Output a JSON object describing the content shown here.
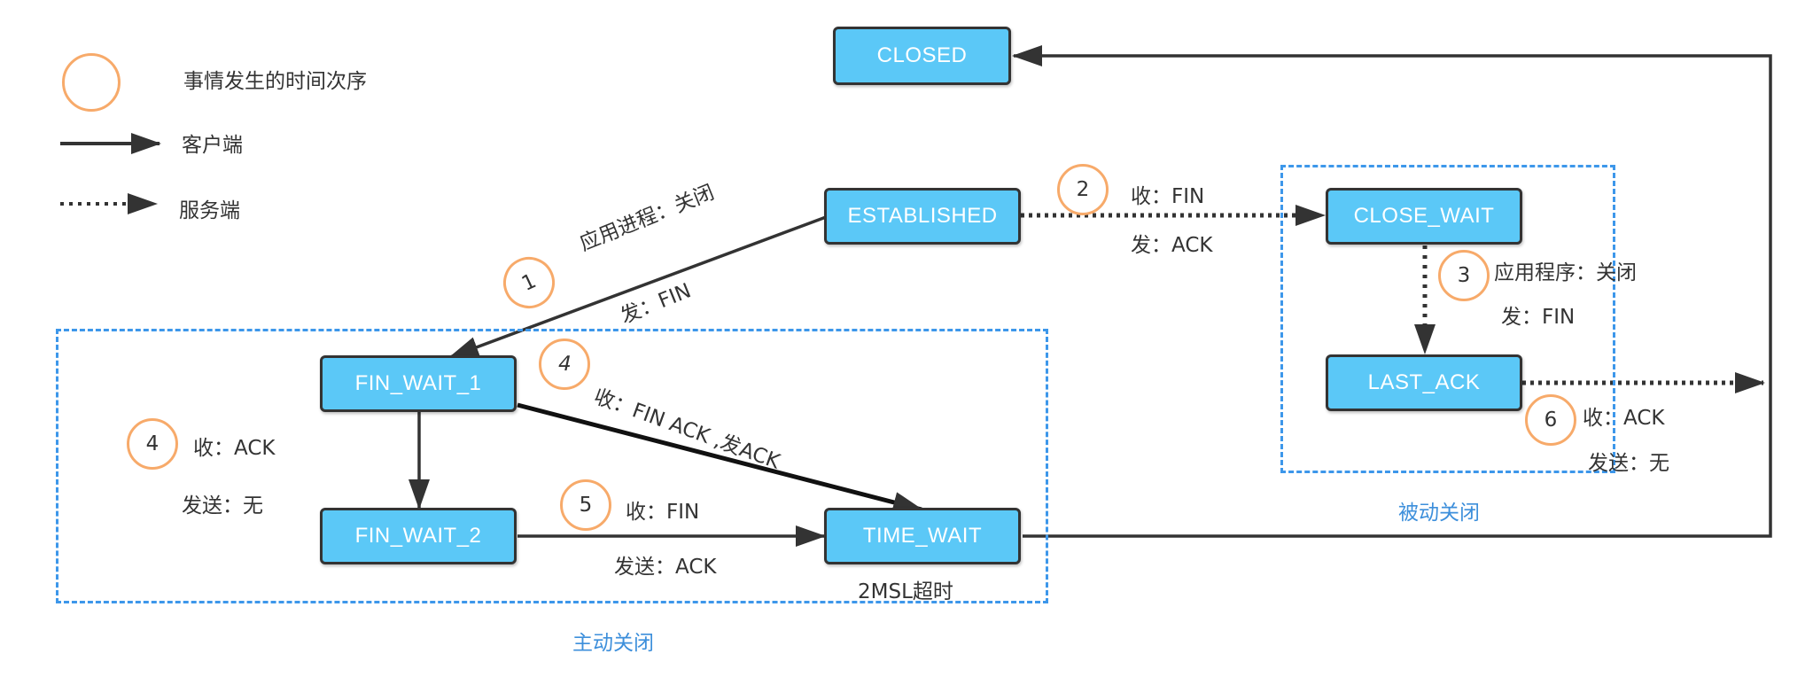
{
  "legend": {
    "circle_label": "事情发生的时间次序",
    "client_label": "客户端",
    "server_label": "服务端"
  },
  "states": {
    "closed": "CLOSED",
    "established": "ESTABLISHED",
    "fin_wait_1": "FIN_WAIT_1",
    "fin_wait_2": "FIN_WAIT_2",
    "time_wait": "TIME_WAIT",
    "close_wait": "CLOSE_WAIT",
    "last_ack": "LAST_ACK"
  },
  "groups": {
    "active_close": "主动关闭",
    "passive_close": "被动关闭"
  },
  "steps": {
    "s1": {
      "number": "1",
      "line1": "应用进程：关闭",
      "line2": "发：FIN"
    },
    "s2": {
      "number": "2",
      "line1": "收：FIN",
      "line2": "发：ACK"
    },
    "s3": {
      "number": "3",
      "line1": "应用程序：关闭",
      "line2": "发：FIN"
    },
    "s4a": {
      "number": "4",
      "line1": "收：ACK",
      "line2": "发送：无"
    },
    "s4b": {
      "number": "4",
      "line1": "收：FIN ACK ,发ACK"
    },
    "s5": {
      "number": "5",
      "line1": "收：FIN",
      "line2": "发送：ACK"
    },
    "s6": {
      "number": "6",
      "line1": "收：ACK",
      "line2": "发送：无"
    }
  },
  "timeout_label": "2MSL超时",
  "colors": {
    "state_fill": "#5bc8f7",
    "state_border": "#333333",
    "step_circle": "#f7aa6a",
    "group_border": "#3d97ea",
    "group_title": "#3d8fdb"
  }
}
